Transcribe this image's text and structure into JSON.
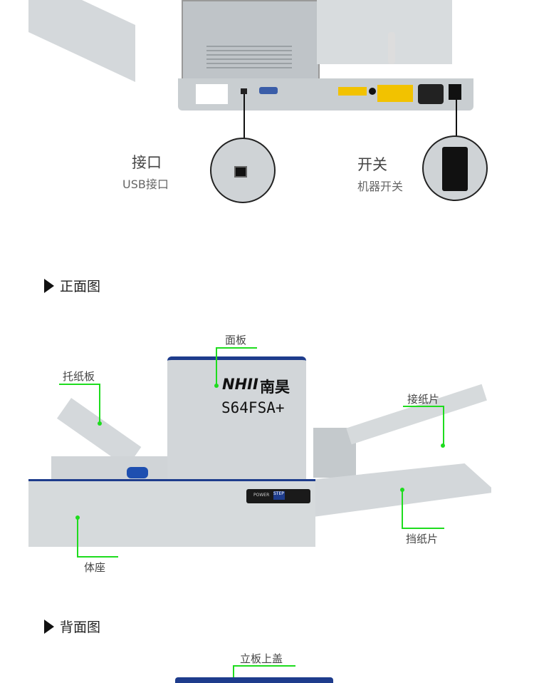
{
  "rear_top": {
    "usb": {
      "title": "接口",
      "subtitle": "USB接口"
    },
    "switch": {
      "title": "开关",
      "subtitle": "机器开关"
    }
  },
  "front_view": {
    "heading": "正面图",
    "brand": "NHII",
    "brand_cn": "南昊",
    "model": "S64FSA+",
    "panel_power": "POWER",
    "panel_step": "STEP",
    "labels": {
      "panel": "面板",
      "tray": "托纸板",
      "receiver": "接纸片",
      "stopper": "挡纸片",
      "base": "体座"
    }
  },
  "back_view": {
    "heading": "背面图",
    "labels": {
      "top_cover": "立板上盖"
    }
  },
  "colors": {
    "callout": "#1edc1e",
    "machine": "#c9ced1",
    "accent": "#1e3c8c"
  }
}
